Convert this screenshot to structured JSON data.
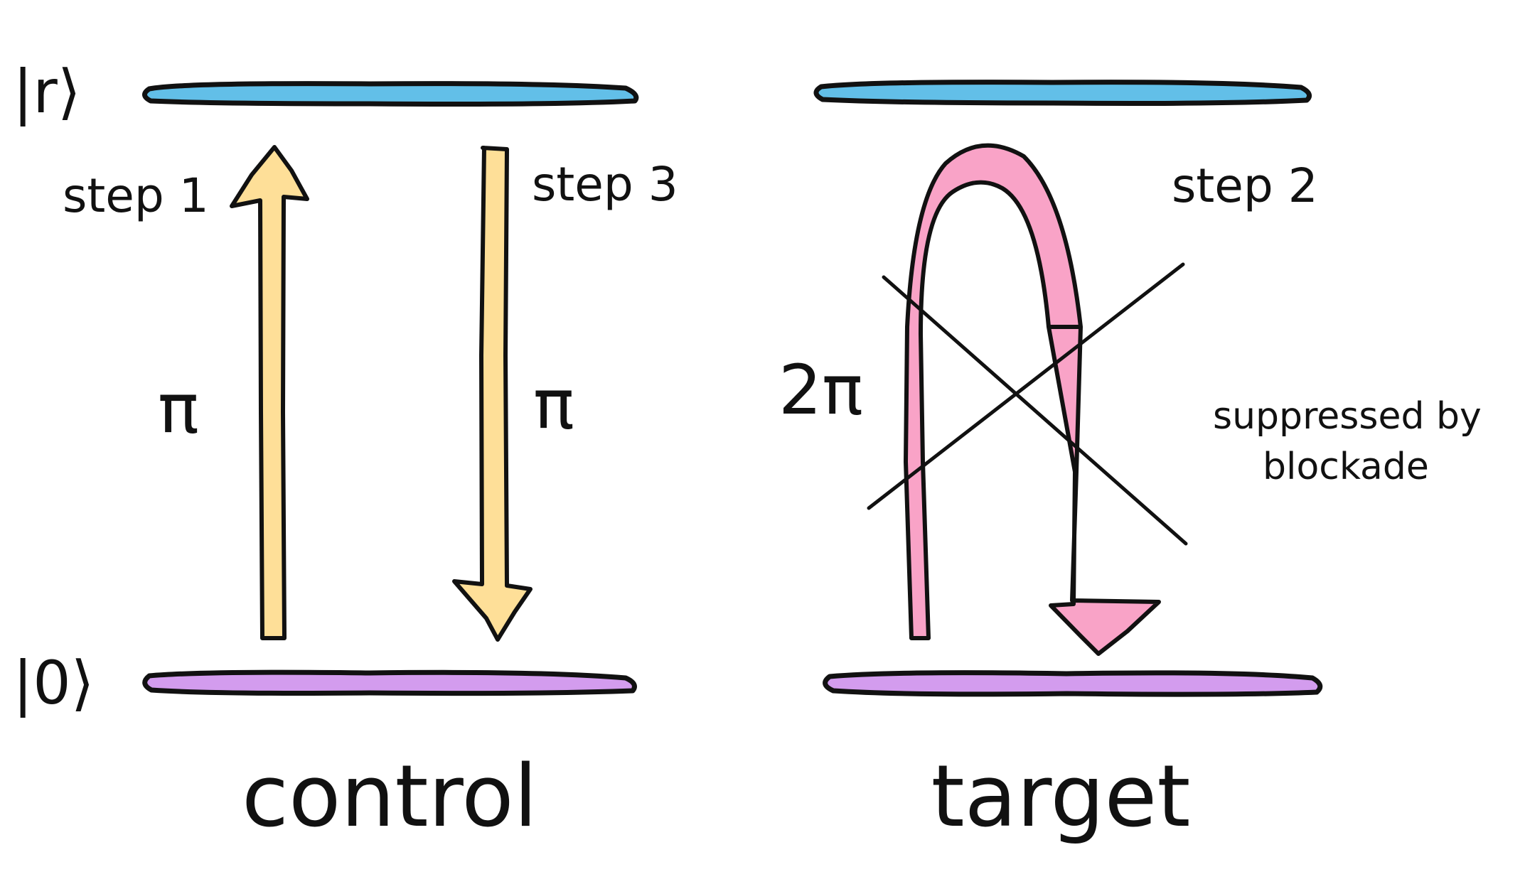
{
  "levels": {
    "rydberg": "|r⟩",
    "ground": "|0⟩"
  },
  "control": {
    "label": "control",
    "step1": {
      "label": "step 1",
      "angle": "π"
    },
    "step3": {
      "label": "step 3",
      "angle": "π"
    }
  },
  "target": {
    "label": "target",
    "step2": {
      "label": "step 2",
      "angle": "2π"
    },
    "note_line1": "suppressed by",
    "note_line2": "blockade"
  },
  "colors": {
    "rydberg_level": "#62bfe8",
    "ground_level": "#d39cee",
    "control_arrows": "#fedf98",
    "target_arrow": "#f9a3c7",
    "outline": "#111111"
  }
}
